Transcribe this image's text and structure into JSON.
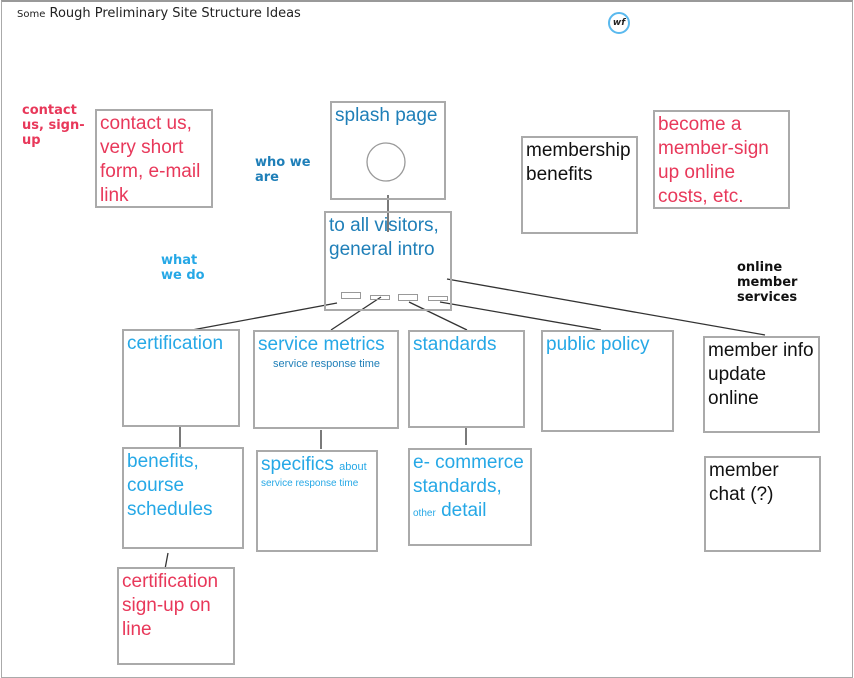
{
  "title": {
    "prefix": "Some",
    "main": "Rough Preliminary Site Structure Ideas"
  },
  "logo": "wf",
  "labels": {
    "contact": "contact us, sign-up",
    "who": "who we are",
    "what": "what we do",
    "online": "online member services"
  },
  "boxes": {
    "contact": "contact us, very short form, e-mail link",
    "splash": "splash page",
    "intro": "to all visitors, general intro",
    "membership": "membership benefits",
    "become": "become a member-sign up online costs, etc.",
    "certification": "certification",
    "service_metrics": "service metrics",
    "service_metrics_sub": "service response time",
    "standards": "standards",
    "public_policy": "public policy",
    "member_info": "member info update online",
    "member_chat": "member chat (?)",
    "benefits": "benefits, course schedules",
    "specifics": "specifics",
    "specifics_sub1": "about",
    "specifics_sub2": "service response  time",
    "ecommerce": "e- commerce standards,",
    "ecommerce_small": "other",
    "ecommerce_end": "detail",
    "cert_signup": "certification sign-up on line"
  },
  "colors": {
    "red": "#e8385a",
    "light_blue": "#26a8e6",
    "dark_blue": "#1f7fb8"
  }
}
